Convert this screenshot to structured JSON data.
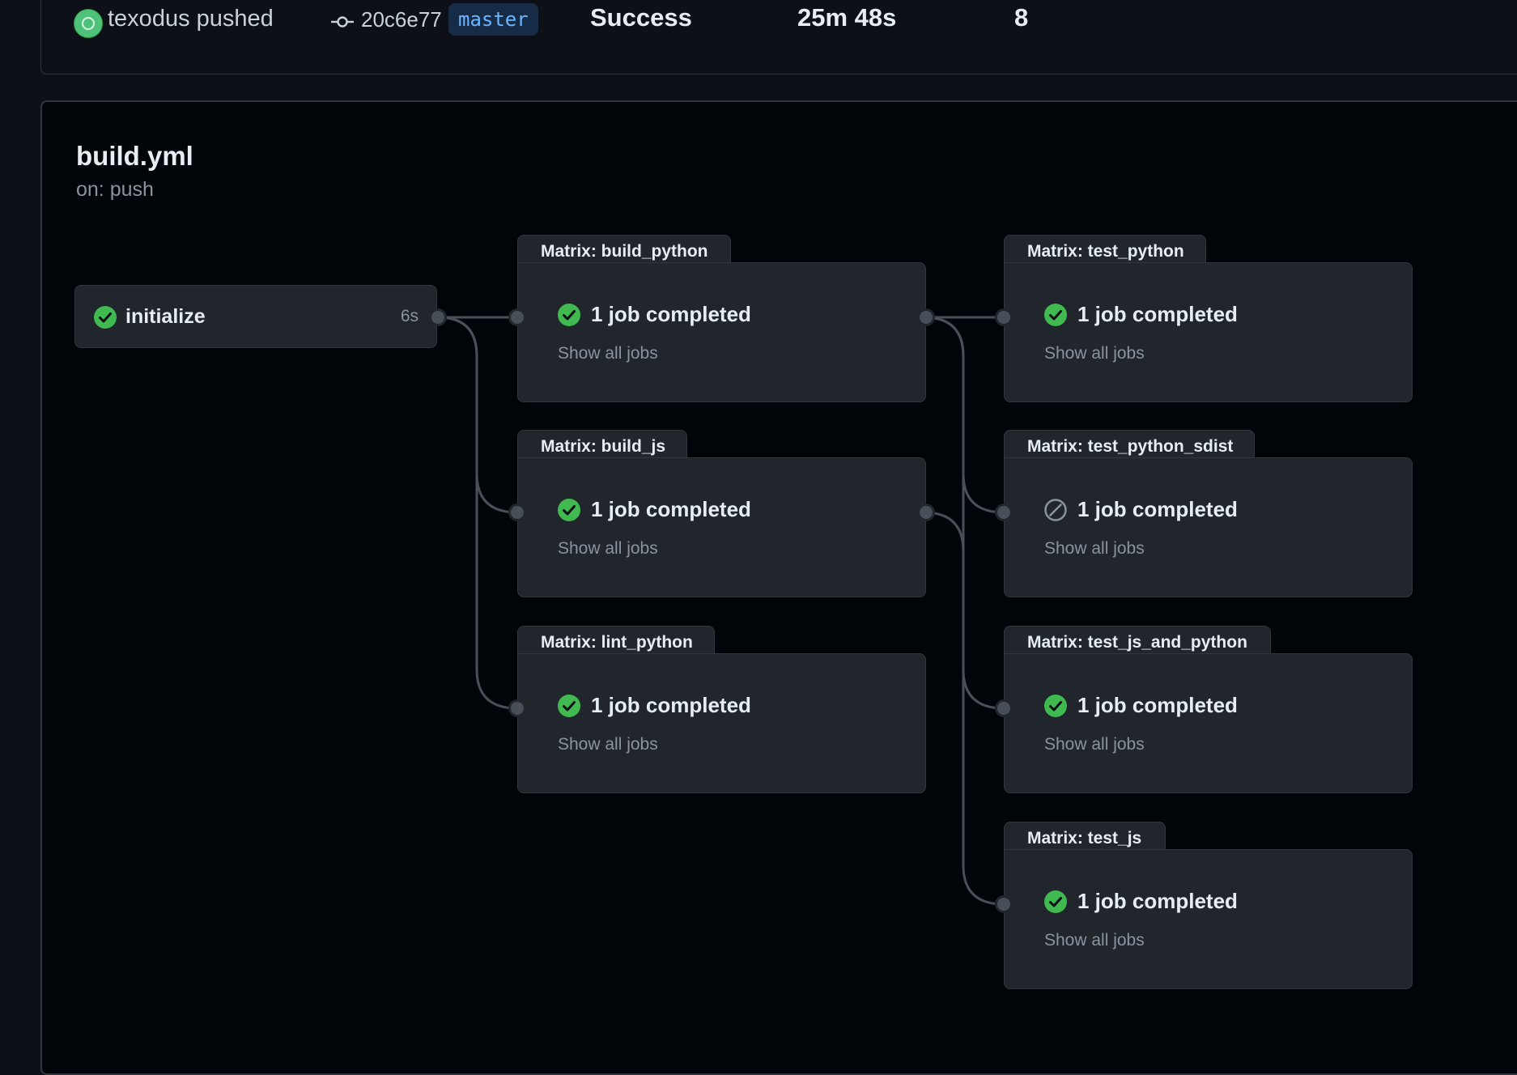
{
  "run": {
    "actor": "texodus",
    "action": "pushed",
    "actor_text": "texodus pushed",
    "commit": "20c6e77",
    "branch": "master",
    "status": "Success",
    "duration": "25m 48s",
    "artifacts": "8"
  },
  "workflow": {
    "file": "build.yml",
    "trigger": "on: push"
  },
  "initial_job": {
    "name": "initialize",
    "duration": "6s",
    "status": "success"
  },
  "matrix_jobs": [
    {
      "title": "Matrix: build_python",
      "status": "success",
      "status_text": "1 job completed",
      "link": "Show all jobs"
    },
    {
      "title": "Matrix: build_js",
      "status": "success",
      "status_text": "1 job completed",
      "link": "Show all jobs"
    },
    {
      "title": "Matrix: lint_python",
      "status": "success",
      "status_text": "1 job completed",
      "link": "Show all jobs"
    },
    {
      "title": "Matrix: test_python",
      "status": "success",
      "status_text": "1 job completed",
      "link": "Show all jobs"
    },
    {
      "title": "Matrix: test_python_sdist",
      "status": "skipped",
      "status_text": "1 job completed",
      "link": "Show all jobs"
    },
    {
      "title": "Matrix: test_js_and_python",
      "status": "success",
      "status_text": "1 job completed",
      "link": "Show all jobs"
    },
    {
      "title": "Matrix: test_js",
      "status": "success",
      "status_text": "1 job completed",
      "link": "Show all jobs"
    }
  ],
  "colors": {
    "success": "#3fb950",
    "skipped": "#8b949e",
    "branch_text": "#6cb6ff",
    "edge": "#484f58"
  },
  "icons": {
    "success": "check-circle-icon",
    "skipped": "skip-circle-icon",
    "commit": "git-commit-icon"
  }
}
